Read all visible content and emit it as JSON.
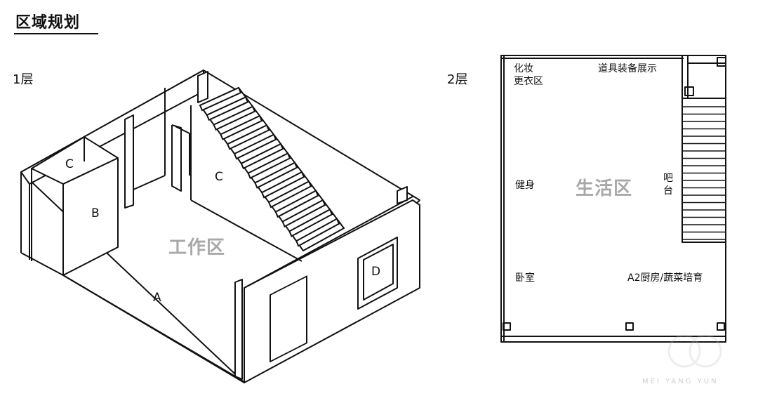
{
  "title": "区域规划",
  "floor1": {
    "label": "1层",
    "zone": "工作区",
    "letters": {
      "a": "A",
      "b": "B",
      "c_left": "C",
      "c_stair": "C",
      "d": "D"
    }
  },
  "floor2": {
    "label": "2层",
    "zone": "生活区",
    "rooms": {
      "dressing_line1": "化妆",
      "dressing_line2": "更衣区",
      "props": "道具装备展示",
      "fitness": "健身",
      "bar": "吧台",
      "bedroom": "卧室",
      "kitchen": "A2厨房/蔬菜培育"
    }
  },
  "watermark": "MEI YANG YUN"
}
